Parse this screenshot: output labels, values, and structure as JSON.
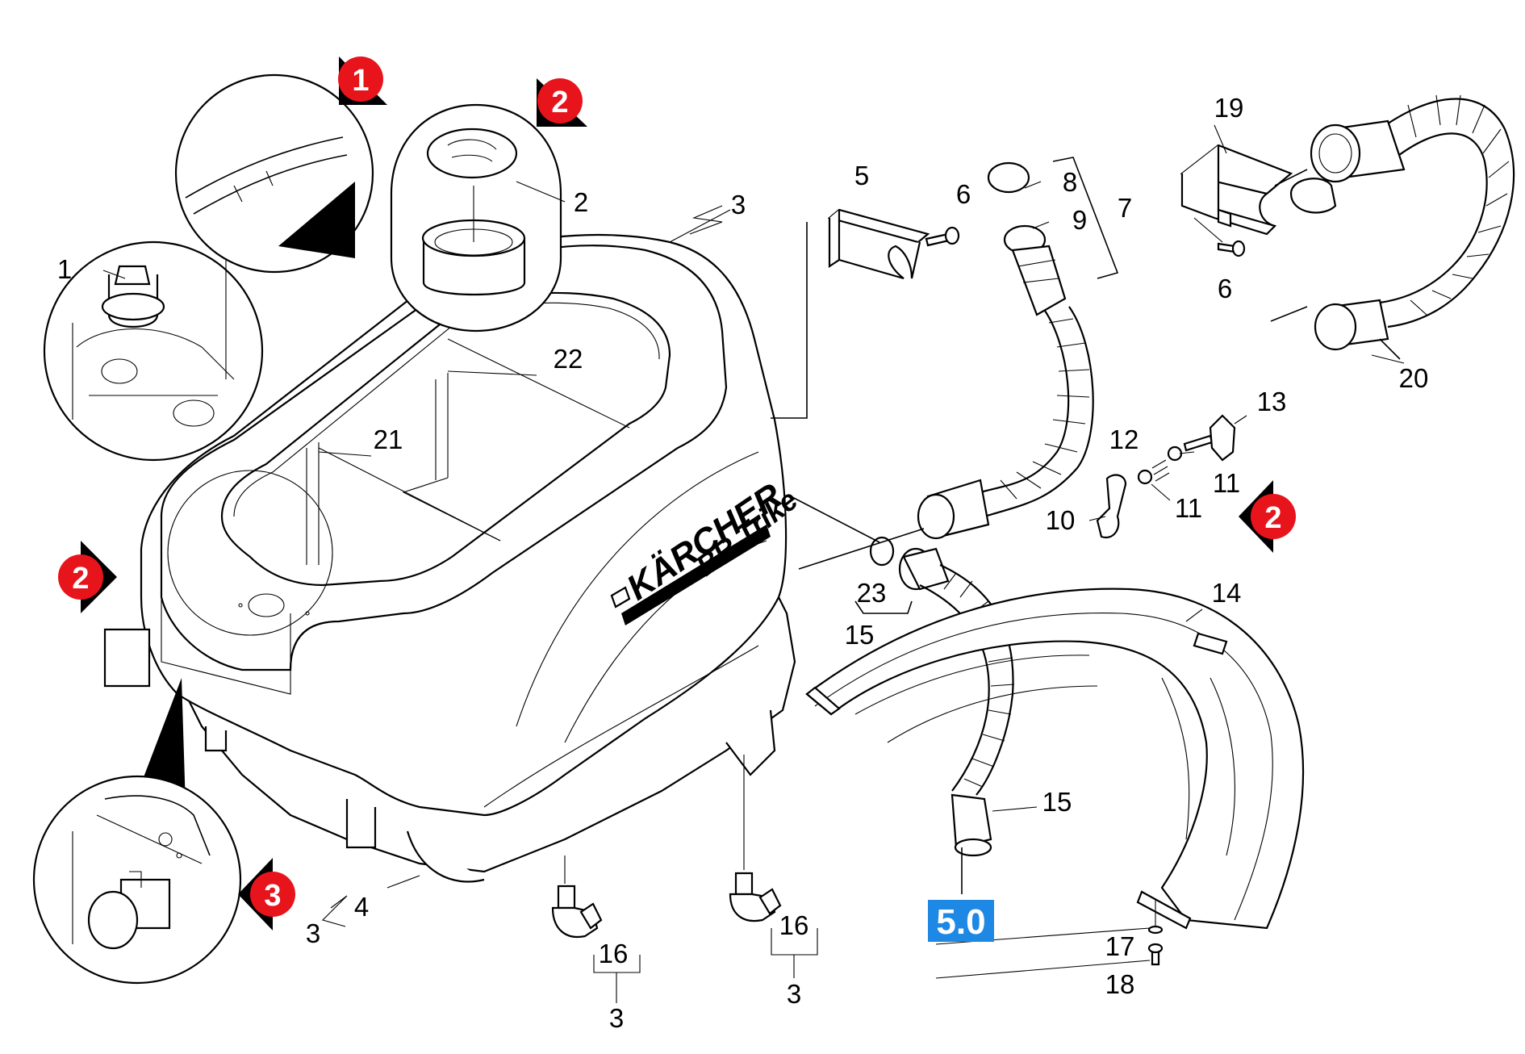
{
  "brand": {
    "logo_text": "KÄRCHER",
    "model_text": "BR Trike"
  },
  "reference_box": {
    "label": "5.0",
    "color": "#1e88e5"
  },
  "markers": [
    {
      "id": "m1",
      "number": "1"
    },
    {
      "id": "m2a",
      "number": "2"
    },
    {
      "id": "m2b",
      "number": "2"
    },
    {
      "id": "m2c",
      "number": "2"
    },
    {
      "id": "m3",
      "number": "3"
    }
  ],
  "marker_color": "#e8141b",
  "part_labels": [
    {
      "id": "p1",
      "text": "1"
    },
    {
      "id": "p2",
      "text": "2"
    },
    {
      "id": "p3a",
      "text": "3"
    },
    {
      "id": "p3b",
      "text": "3"
    },
    {
      "id": "p3c",
      "text": "3"
    },
    {
      "id": "p3d",
      "text": "3"
    },
    {
      "id": "p4",
      "text": "4"
    },
    {
      "id": "p5",
      "text": "5"
    },
    {
      "id": "p6a",
      "text": "6"
    },
    {
      "id": "p6b",
      "text": "6"
    },
    {
      "id": "p7",
      "text": "7"
    },
    {
      "id": "p8",
      "text": "8"
    },
    {
      "id": "p9",
      "text": "9"
    },
    {
      "id": "p10",
      "text": "10"
    },
    {
      "id": "p11a",
      "text": "11"
    },
    {
      "id": "p11b",
      "text": "11"
    },
    {
      "id": "p12",
      "text": "12"
    },
    {
      "id": "p13",
      "text": "13"
    },
    {
      "id": "p14",
      "text": "14"
    },
    {
      "id": "p15a",
      "text": "15"
    },
    {
      "id": "p15b",
      "text": "15"
    },
    {
      "id": "p16a",
      "text": "16"
    },
    {
      "id": "p16b",
      "text": "16"
    },
    {
      "id": "p17",
      "text": "17"
    },
    {
      "id": "p18",
      "text": "18"
    },
    {
      "id": "p19",
      "text": "19"
    },
    {
      "id": "p20",
      "text": "20"
    },
    {
      "id": "p21",
      "text": "21"
    },
    {
      "id": "p22",
      "text": "22"
    },
    {
      "id": "p23",
      "text": "23"
    }
  ]
}
